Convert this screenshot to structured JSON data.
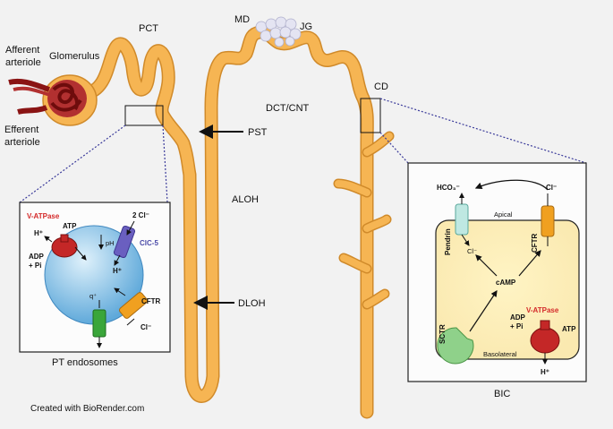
{
  "labels": {
    "pct": "PCT",
    "md": "MD",
    "jg": "JG",
    "afferent_line1": "Afferent",
    "afferent_line2": "arteriole",
    "glomerulus": "Glomerulus",
    "efferent_line1": "Efferent",
    "efferent_line2": "arteriole",
    "cd": "CD",
    "dct_cnt": "DCT/CNT",
    "pst": "PST",
    "aloh": "ALOH",
    "dloh": "DLOH",
    "credit": "Created with BioRender.com"
  },
  "pt_panel": {
    "caption": "PT endosomes",
    "v_atpase": "V-ATPase",
    "atp": "ATP",
    "h_plus_left": "H⁺",
    "adp_line1": "ADP",
    "adp_line2": "+ Pi",
    "ph": "pH",
    "two_cl": "2 Cl⁻",
    "clc5": "ClC-5",
    "h_plus_clc5": "H⁺",
    "q_plus": "q⁺",
    "cftr": "CFTR",
    "cl_minus": "Cl⁻"
  },
  "bic_panel": {
    "caption": "BIC",
    "hco3": "HCO₃⁻",
    "cl_top": "Cl⁻",
    "apical": "Apical",
    "pendrin": "Pendrin",
    "cl_pendrin": "Cl⁻",
    "camp": "cAMP",
    "cftr": "CFTR",
    "v_atpase": "V-ATPase",
    "adp_line1": "ADP",
    "adp_line2": "+ Pi",
    "atp": "ATP",
    "sctr": "SCTR",
    "basolateral": "Basolateral",
    "h_plus": "H⁺"
  },
  "colors": {
    "tubule": "#f6b553",
    "tubule_stroke": "#d08a2a",
    "background": "#f2f2f2",
    "panel_fill": "#fbf6e6",
    "endosome": "#6fb3e0",
    "v_atpase": "#c42727",
    "clc5": "#6a5fc0",
    "cftr": "#f0a020",
    "channel_green": "#3aa63a",
    "pendrin": "#bfe8e2",
    "sctr": "#8fd18a",
    "zoom_line": "#3a3a9a",
    "vessel": "#8a1414"
  },
  "icons": [
    "glomerulus-icon",
    "macula-densa-cells-icon",
    "v-atpase-icon",
    "clc5-channel-icon",
    "cftr-channel-icon",
    "pendrin-icon",
    "sctr-receptor-icon"
  ]
}
